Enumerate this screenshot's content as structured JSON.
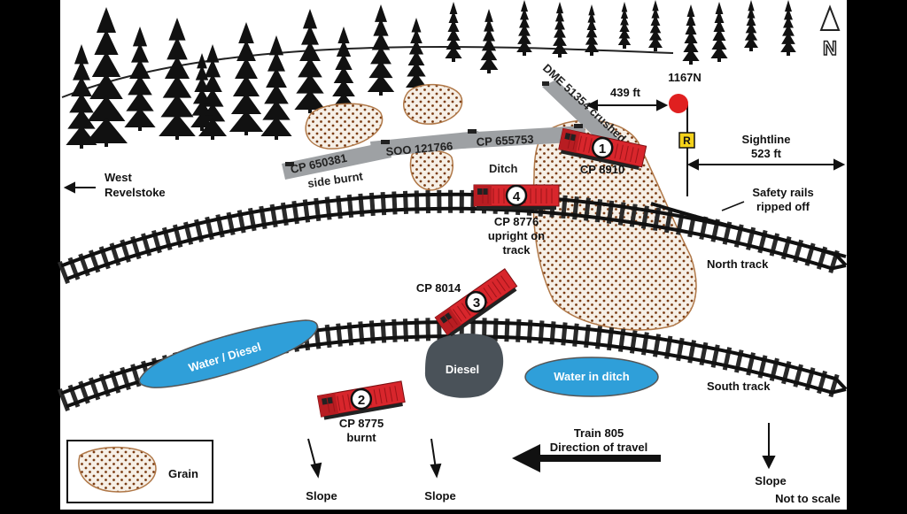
{
  "compass": {
    "letter": "N"
  },
  "signal": {
    "id": "1167N",
    "sign": "R"
  },
  "distances": {
    "signal_gap": "439 ft",
    "sightline_title": "Sightline",
    "sightline_value": "523 ft"
  },
  "directions": {
    "west": "West",
    "west_place": "Revelstoke"
  },
  "cars": {
    "dme": "DME 51354 crushed",
    "cp650381_a": "CP 650381",
    "cp650381_b": "side burnt",
    "soo": "SOO 121766",
    "cp655753": "CP 655753",
    "ditch": "Ditch"
  },
  "locomotives": [
    {
      "num": "1",
      "label_lines": [
        "CP 8910"
      ]
    },
    {
      "num": "2",
      "label_lines": [
        "CP 8775",
        "burnt"
      ]
    },
    {
      "num": "3",
      "label_lines": [
        "CP 8014"
      ]
    },
    {
      "num": "4",
      "label_lines": [
        "CP 8776",
        "upright on",
        "track"
      ]
    }
  ],
  "tracks": {
    "north": "North track",
    "south": "South track"
  },
  "notes": {
    "safety_a": "Safety rails",
    "safety_b": "ripped off"
  },
  "spills": {
    "water_diesel": "Water / Diesel",
    "diesel": "Diesel",
    "water_ditch": "Water in ditch"
  },
  "train": {
    "line1": "Train 805",
    "line2": "Direction of travel"
  },
  "slopes": [
    "Slope",
    "Slope",
    "Slope"
  ],
  "scale_note": "Not to scale",
  "legend": {
    "grain": "Grain"
  },
  "colors": {
    "locomotive": "#d8262c",
    "car": "#9ea1a4",
    "grain_dots": "#7a3b12",
    "water": "#2f9fd9",
    "diesel": "#4a5259",
    "signal": "#e02020",
    "sign": "#f4d21a"
  }
}
